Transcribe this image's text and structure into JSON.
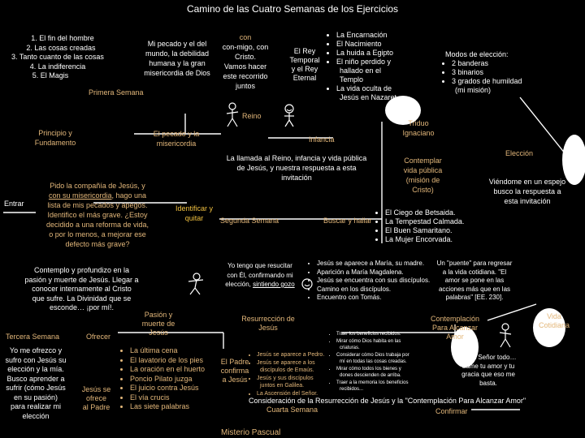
{
  "title": "Camino de las Cuatro Semanas de los Ejercicios",
  "week1": {
    "list": [
      "1. El fin del hombre",
      "2. Las cosas creadas",
      "3. Tanto cuanto de las cosas",
      "4. La indiferencia",
      "5. El Magis"
    ],
    "sin": [
      "Mi pecado y el del",
      "mundo, la debilidad",
      "humana y la gran",
      "misericordia de Dios"
    ],
    "label": "Primera Semana",
    "pf": [
      "Principio y",
      "Fundamento"
    ],
    "mercy": [
      "El pecado y la",
      "misericordia"
    ],
    "entrar": "Entrar",
    "prayer_1": "Pido la compañía de Jesús, y",
    "prayer_2a": "con su misericordia",
    "prayer_2b": ", hago una",
    "prayer_rest": [
      "lista de mis pecados y apegos.",
      "Identifico el más grave. ¿Estoy",
      "decidido a una reforma de vida,",
      "o por lo menos, a mejorar ese",
      "defecto más grave?"
    ],
    "identify": [
      "Identificar y",
      "quitar"
    ]
  },
  "week2": {
    "con_1": "con",
    "con_rest": [
      "con-migo, con",
      "Cristo.",
      "Vamos hacer",
      "este recorrido",
      "juntos"
    ],
    "king": [
      "El Rey",
      "Temporal",
      "y el Rey",
      "Eternal"
    ],
    "incarnation": [
      "La Encarnación",
      "El Nacimiento",
      "La huida a Egipto",
      "El niño perdido y"
    ],
    "incarnation_cont": [
      "hallado en el",
      "Templo"
    ],
    "incarnation_last": [
      "La vida oculta de",
      "Jesús en Nazaret"
    ],
    "election_models_title": "Modos de elección:",
    "election_models": [
      "2 banderas",
      "3 binarios",
      "3 grados de humildad"
    ],
    "election_models_note": "(mi misión)",
    "reino": "Reino",
    "infancia": "Infancia",
    "triduo": [
      "Triduo",
      "Ignaciano"
    ],
    "eleccion": "Elección",
    "call": [
      "La llamada al Reino, infancia y vida pública",
      "de Jesús, y nuestra respuesta a esta",
      "invitación"
    ],
    "public_life": [
      "Contemplar",
      "vida pública",
      "(misión de",
      "Cristo)"
    ],
    "mirror": [
      "Viéndome en un espejo",
      "busco la respuesta a",
      "esta invitación"
    ],
    "label": "Segunda Semana",
    "buscar": "Buscar y hallar",
    "miracles": [
      "El Ciego de Betsaida.",
      "La Tempestad Calmada.",
      "El Buen Samaritano.",
      "La Mujer Encorvada."
    ]
  },
  "week3": {
    "contemplo": [
      "Contemplo y  profundizo en la",
      "pasión y muerte de Jesús. Llegar a",
      "conocer internamente al Cristo",
      "que sufre. La Divinidad que se",
      "esconde… ¡por mí!."
    ],
    "passion": [
      "Pasión y",
      "muerte de",
      "Jesús"
    ],
    "label": "Tercera Semana",
    "ofrecer": "Ofrecer",
    "offer": [
      "Yo me ofrezco y",
      "sufro con Jesús su",
      "elección y la mía.",
      "Busco aprender a",
      "sufrir (cómo Jesús",
      "en su pasión)",
      "para realizar mi",
      "elección"
    ],
    "jesus_offers": [
      "Jesús se",
      "ofrece",
      "al Padre"
    ],
    "passion_list": [
      "La última cena",
      "El lavatorio de los pies",
      "La oración en el huerto",
      "Poncio Pilato juzga",
      "El juicio contra Jesús",
      "El vía crucis",
      "Las siete palabras"
    ],
    "misterio": "Misterio Pascual"
  },
  "week4": {
    "resurrect_1": "Yo tengo que resucitar",
    "resurrect_2": "con Él, confirmando mi",
    "resurrect_3a": "elección, ",
    "resurrect_3b": "sintiendo gozo",
    "appearances": [
      "Jesús se aparece a María, su madre.",
      "Aparición a María Magdalena.",
      "Jesús se encuentra con sus discípulos.",
      "Camino en los discípulos.",
      "Encuentro con Tomás."
    ],
    "bridge": [
      "Un \"puente\" para regresar",
      "a la vida cotidiana. \"El",
      "amor se pone en las",
      "acciones más que en las",
      "palabras\" [EE. 230]."
    ],
    "contemplacion": [
      "Contemplación",
      "Para Alcanzar",
      "Amor"
    ],
    "vida": [
      "Vida",
      "Cotidiana"
    ],
    "resurrection": [
      "Resurrección de",
      "Jesús"
    ],
    "padre": [
      "El Padre",
      "confirma",
      "a Jesús"
    ],
    "app2": [
      "Jesús se aparece a Pedro.",
      "Jesús se aparece a los",
      "discípulos de Emaús.",
      "Jesús y sus discípulos",
      "juntos en Galilea.",
      "La Ascensión del Señor."
    ],
    "benefits": [
      "Traer los beneficios recibidos.",
      "Mirar cómo Dios habita en las",
      "criaturas.",
      "Considerar cómo Dios trabaja por",
      "mí en todas las cosas creadas.",
      "Mirar cómo todos los bienes y",
      "dones descienden de arriba.",
      "Traer a la memoria los beneficios",
      "recibidos..."
    ],
    "tomad": [
      "Toma Señor todo…",
      "dame tu amor y tu",
      "gracia que eso me",
      "basta."
    ],
    "consideration": "Consideración de la  Resurrección de Jesús y la \"Contemplación Para Alcanzar Amor\"",
    "label": "Cuarta Semana",
    "confirmar": "Confirmar"
  }
}
